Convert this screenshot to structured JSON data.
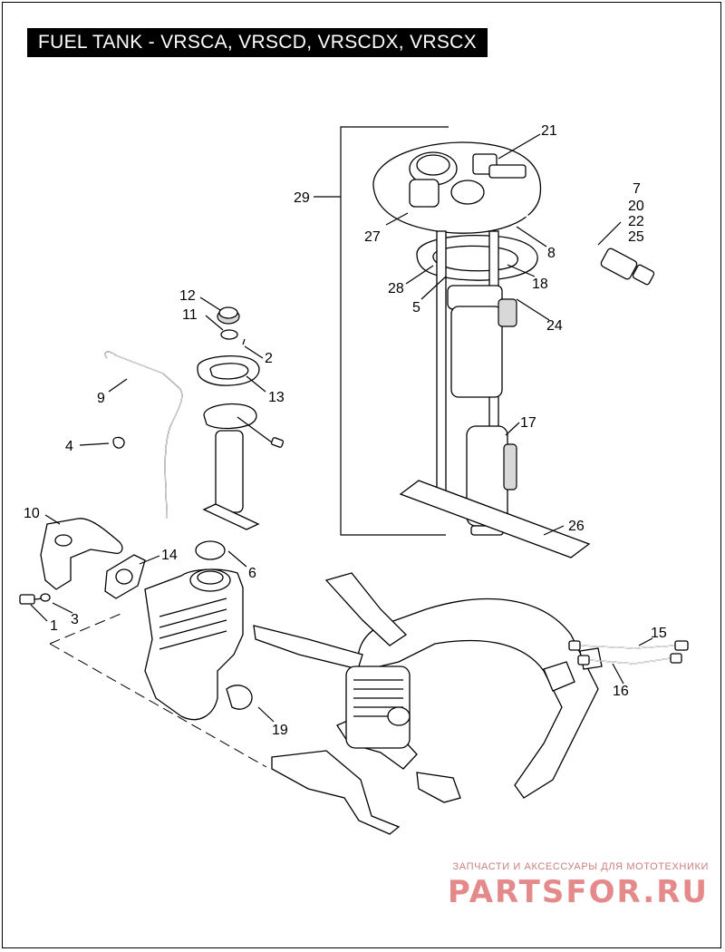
{
  "title": "FUEL TANK - VRSCA, VRSCD, VRSCDX, VRSCX",
  "callouts": {
    "c1": "1",
    "c2": "2",
    "c3": "3",
    "c4": "4",
    "c5": "5",
    "c6": "6",
    "c7": "7",
    "c8": "8",
    "c9": "9",
    "c10": "10",
    "c11": "11",
    "c12": "12",
    "c13": "13",
    "c14": "14",
    "c15": "15",
    "c16": "16",
    "c17": "17",
    "c18": "18",
    "c19": "19",
    "c20": "20",
    "c21": "21",
    "c22": "22",
    "c24": "24",
    "c25": "25",
    "c26": "26",
    "c27": "27",
    "c28": "28",
    "c29": "29"
  },
  "watermark": {
    "tagline": "ЗАПЧАСТИ И АКСЕССУАРЫ ДЛЯ МОТОТЕХНИКИ",
    "logo": "PARTSFOR.RU"
  },
  "colors": {
    "title_bg": "#000000",
    "title_fg": "#ffffff",
    "watermark": "#e58a8a"
  }
}
